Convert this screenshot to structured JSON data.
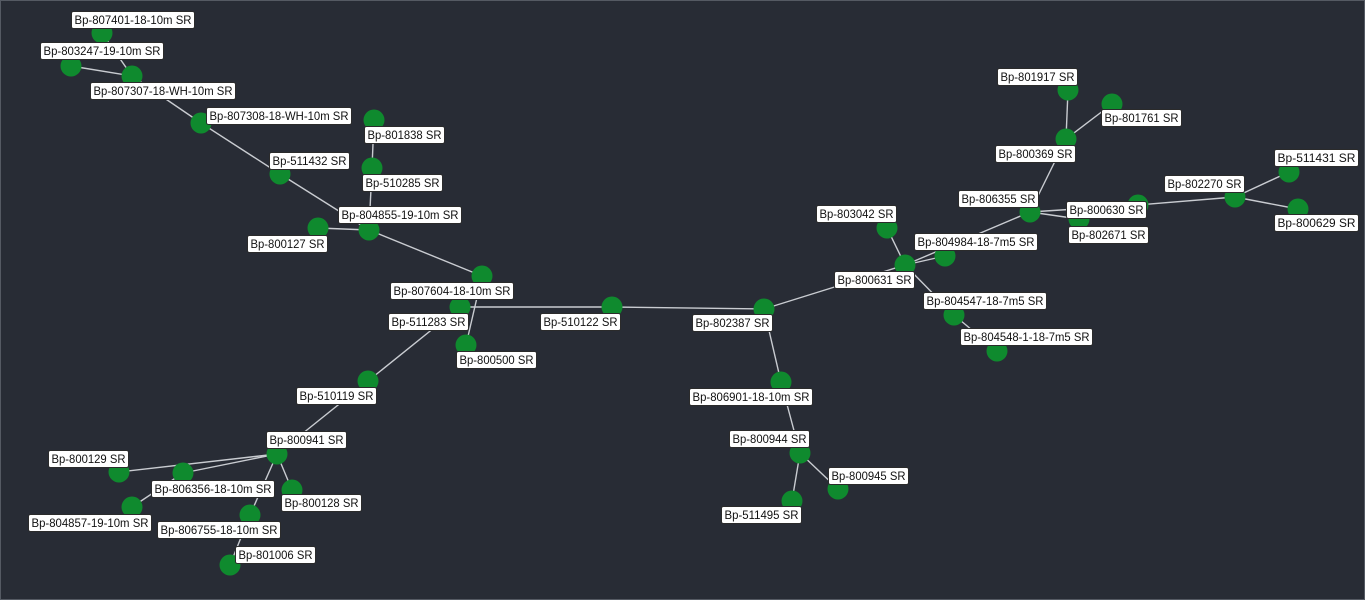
{
  "theme": {
    "background": "#282c35",
    "node_color": "#0f8a2e",
    "edge_color": "#c9ccd1",
    "label_bg": "#ffffff"
  },
  "nodes": [
    {
      "id": "n1",
      "label": "Bp-807401-18-10m SR"
    },
    {
      "id": "n2",
      "label": "Bp-803247-19-10m SR"
    },
    {
      "id": "n3",
      "label": "Bp-807307-18-WH-10m SR"
    },
    {
      "id": "n4",
      "label": "Bp-807308-18-WH-10m SR"
    },
    {
      "id": "n5",
      "label": "Bp-801838 SR"
    },
    {
      "id": "n6",
      "label": "Bp-511432 SR"
    },
    {
      "id": "n7",
      "label": "Bp-510285 SR"
    },
    {
      "id": "n8",
      "label": "Bp-804855-19-10m SR"
    },
    {
      "id": "n9",
      "label": "Bp-800127 SR"
    },
    {
      "id": "n10",
      "label": "Bp-807604-18-10m SR"
    },
    {
      "id": "n11",
      "label": "Bp-511283 SR"
    },
    {
      "id": "n12",
      "label": "Bp-800500 SR"
    },
    {
      "id": "n13",
      "label": "Bp-510122 SR"
    },
    {
      "id": "n14",
      "label": "Bp-802387 SR"
    },
    {
      "id": "n15",
      "label": "Bp-510119 SR"
    },
    {
      "id": "n16",
      "label": "Bp-800941 SR"
    },
    {
      "id": "n17",
      "label": "Bp-800129 SR"
    },
    {
      "id": "n18",
      "label": "Bp-806356-18-10m SR"
    },
    {
      "id": "n19",
      "label": "Bp-800128 SR"
    },
    {
      "id": "n20",
      "label": "Bp-804857-19-10m SR"
    },
    {
      "id": "n21",
      "label": "Bp-806755-18-10m SR"
    },
    {
      "id": "n22",
      "label": "Bp-801006 SR"
    },
    {
      "id": "n23",
      "label": "Bp-806901-18-10m SR"
    },
    {
      "id": "n24",
      "label": "Bp-800944 SR"
    },
    {
      "id": "n25",
      "label": "Bp-800945 SR"
    },
    {
      "id": "n26",
      "label": "Bp-511495 SR"
    },
    {
      "id": "n27",
      "label": "Bp-800631 SR"
    },
    {
      "id": "n28",
      "label": "Bp-803042 SR"
    },
    {
      "id": "n29",
      "label": "Bp-804984-18-7m5 SR"
    },
    {
      "id": "n30",
      "label": "Bp-804547-18-7m5 SR"
    },
    {
      "id": "n31",
      "label": "Bp-804548-1-18-7m5 SR"
    },
    {
      "id": "n32",
      "label": "Bp-806355 SR"
    },
    {
      "id": "n33",
      "label": "Bp-800369 SR"
    },
    {
      "id": "n34",
      "label": "Bp-801917 SR"
    },
    {
      "id": "n35",
      "label": "Bp-801761 SR"
    },
    {
      "id": "n36",
      "label": "Bp-800630 SR"
    },
    {
      "id": "n37",
      "label": "Bp-802671 SR"
    },
    {
      "id": "n38",
      "label": "Bp-802270 SR"
    },
    {
      "id": "n39",
      "label": "Bp-511431 SR"
    },
    {
      "id": "n40",
      "label": "Bp-800629 SR"
    }
  ],
  "edges": [
    [
      "n2",
      "n3"
    ],
    [
      "n1",
      "n3"
    ],
    [
      "n3",
      "n4"
    ],
    [
      "n4",
      "n6"
    ],
    [
      "n6",
      "n8"
    ],
    [
      "n5",
      "n7"
    ],
    [
      "n7",
      "n8"
    ],
    [
      "n9",
      "n8"
    ],
    [
      "n8",
      "n10"
    ],
    [
      "n10",
      "n11"
    ],
    [
      "n10",
      "n12"
    ],
    [
      "n11",
      "n13"
    ],
    [
      "n13",
      "n14"
    ],
    [
      "n11",
      "n15"
    ],
    [
      "n15",
      "n16"
    ],
    [
      "n16",
      "n17"
    ],
    [
      "n16",
      "n18"
    ],
    [
      "n16",
      "n19"
    ],
    [
      "n16",
      "n21"
    ],
    [
      "n18",
      "n20"
    ],
    [
      "n21",
      "n22"
    ],
    [
      "n14",
      "n23"
    ],
    [
      "n23",
      "n24"
    ],
    [
      "n24",
      "n25"
    ],
    [
      "n24",
      "n26"
    ],
    [
      "n14",
      "n27"
    ],
    [
      "n27",
      "n28"
    ],
    [
      "n27",
      "n29"
    ],
    [
      "n27",
      "n30"
    ],
    [
      "n30",
      "n31"
    ],
    [
      "n27",
      "n32"
    ],
    [
      "n32",
      "n33"
    ],
    [
      "n33",
      "n34"
    ],
    [
      "n33",
      "n35"
    ],
    [
      "n32",
      "n36"
    ],
    [
      "n32",
      "n37"
    ],
    [
      "n36",
      "n38"
    ],
    [
      "n38",
      "n39"
    ],
    [
      "n38",
      "n40"
    ]
  ]
}
